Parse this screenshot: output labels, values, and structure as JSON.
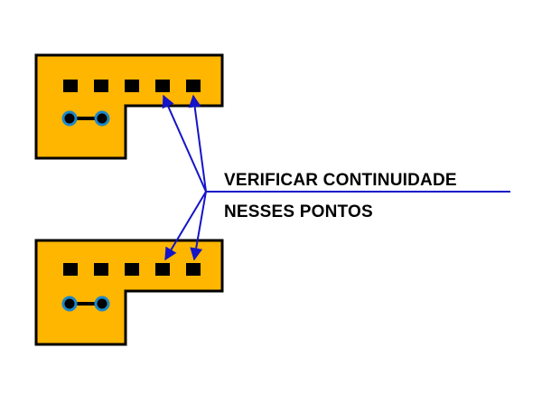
{
  "annotation": {
    "line1": "VERIFICAR CONTINUIDADE",
    "line2": "NESSES PONTOS"
  },
  "colors": {
    "board_fill": "#FFB600",
    "board_outline": "#000000",
    "pad_fill": "#000000",
    "jumper_end_fill": "#1E88C8",
    "arrow": "#1414C8",
    "text": "#000000"
  },
  "components": {
    "boards": [
      {
        "name": "upper-board",
        "pads": 5,
        "jumper": true
      },
      {
        "name": "lower-board",
        "pads": 5,
        "jumper": true
      }
    ],
    "checked_pads": [
      4,
      5
    ]
  }
}
